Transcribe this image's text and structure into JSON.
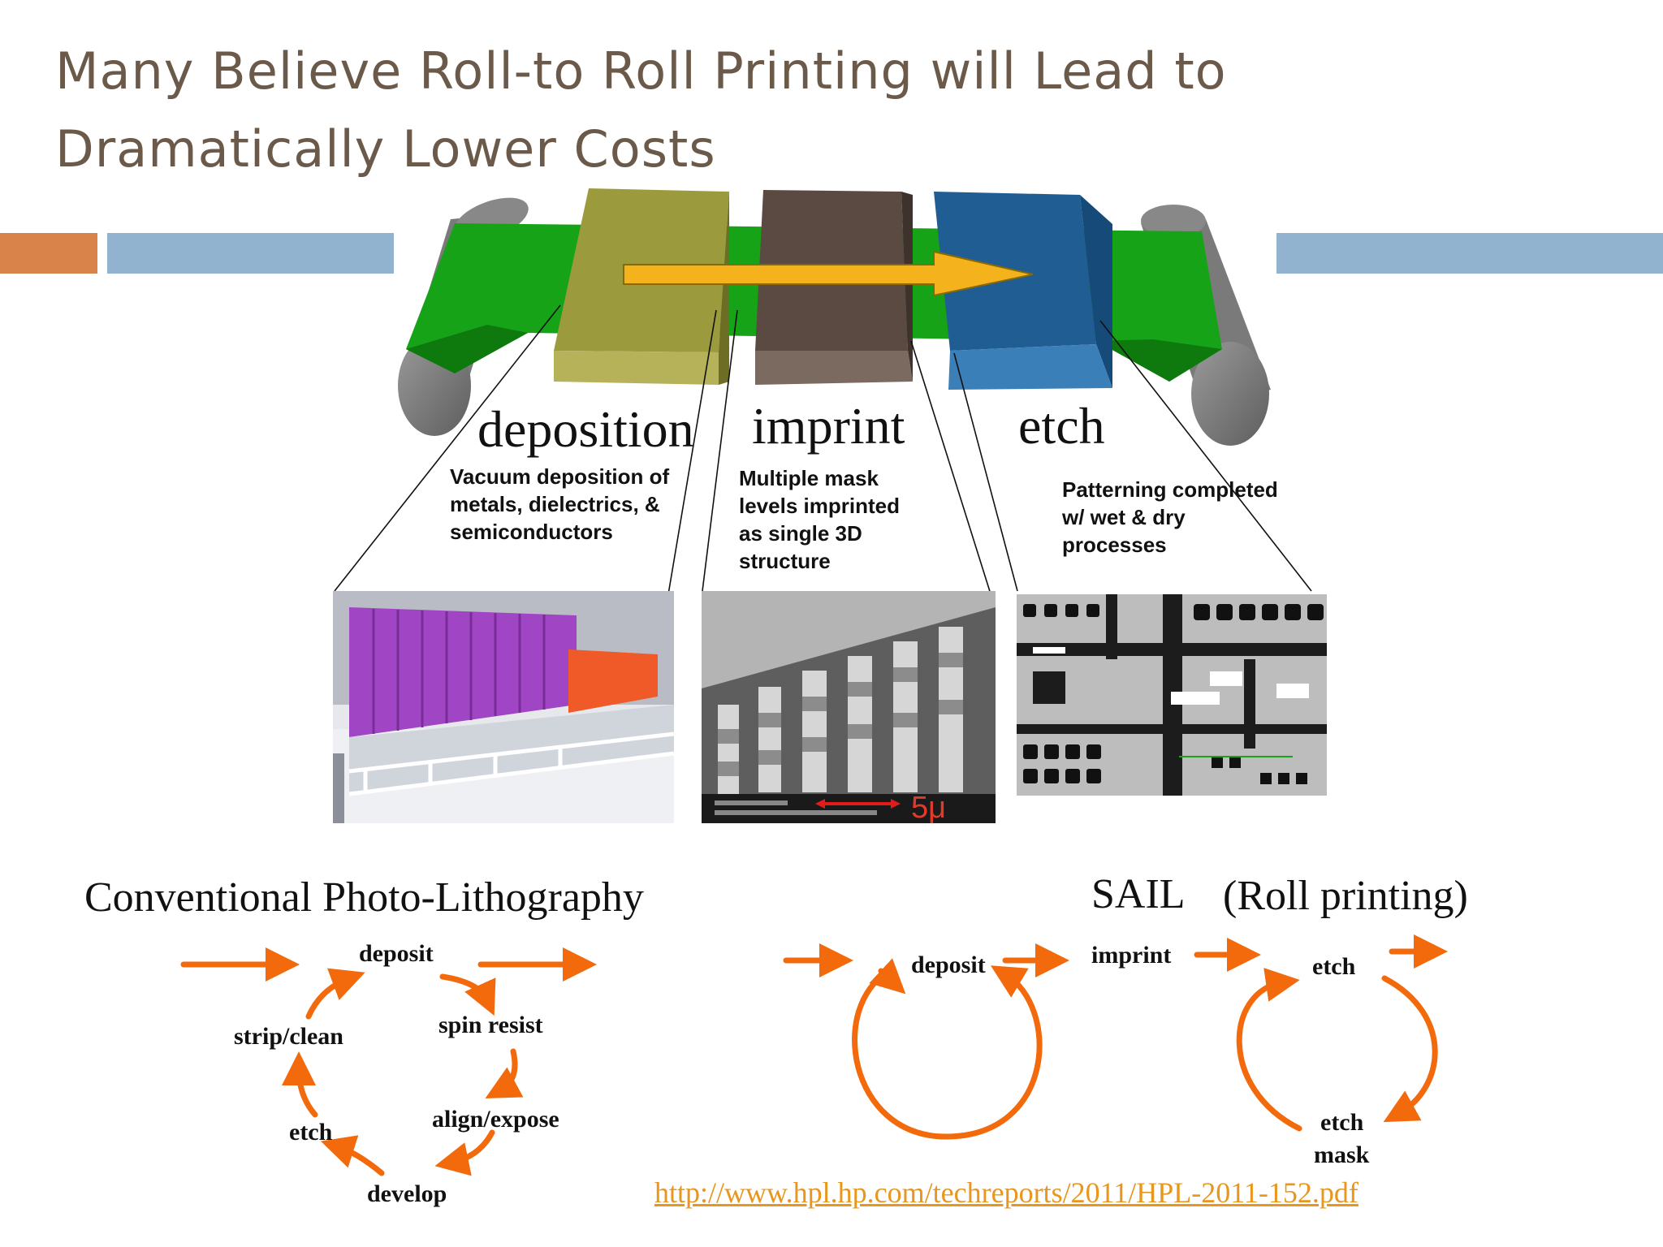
{
  "slide": {
    "title_line1": "Many Believe Roll-to Roll Printing will Lead to",
    "title_line2": "Dramatically Lower Costs"
  },
  "colors": {
    "title": "#6b5a4a",
    "accent_orange": "#d9824a",
    "accent_blue": "#91b3cf",
    "belt_green": "#17a317",
    "deposition_box": "#8a8a35",
    "imprint_box": "#5b4a42",
    "etch_box": "#2a6aa4",
    "arrow_yellow": "#f4b21d",
    "cycle_orange": "#f26a0c",
    "link": "#e8961e"
  },
  "stages": [
    {
      "name": "deposition",
      "description": [
        "Vacuum deposition of",
        "metals, dielectrics, &",
        "semiconductors"
      ]
    },
    {
      "name": "imprint",
      "description": [
        "Multiple mask",
        "levels imprinted",
        "as single 3D",
        "structure"
      ]
    },
    {
      "name": "etch",
      "description": [
        "Patterning completed",
        "w/ wet & dry",
        "processes"
      ]
    }
  ],
  "sem_scale_label": "5μ",
  "conventional": {
    "heading": "Conventional Photo-Lithography",
    "steps": [
      "deposit",
      "spin resist",
      "align/expose",
      "develop",
      "etch",
      "strip/clean"
    ]
  },
  "sail": {
    "heading_part1": "SAIL",
    "heading_part2": "(Roll printing)",
    "steps": [
      "deposit",
      "imprint",
      "etch",
      "etch",
      "mask"
    ]
  },
  "source_link": "http://www.hpl.hp.com/techreports/2011/HPL-2011-152.pdf"
}
